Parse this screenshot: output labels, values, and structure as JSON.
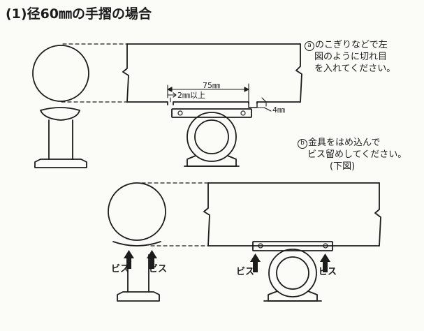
{
  "title": "(1)径60㎜の手摺の場合",
  "note_a": {
    "marker": "a",
    "line1": "のこぎりなどで左",
    "line2": "図のように切れ目",
    "line3": "を入れてください。"
  },
  "note_b": {
    "marker": "b",
    "line1": "金具をはめ込んで",
    "line2": "ビス留めしてください。",
    "line3": "(下図)"
  },
  "dimensions": {
    "length": "75㎜",
    "depth": "2㎜以上",
    "width": "4㎜"
  },
  "screw_label": "ビス"
}
